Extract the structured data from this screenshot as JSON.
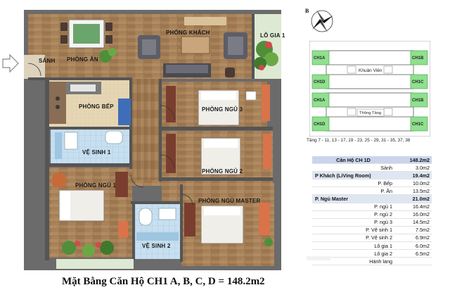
{
  "plan": {
    "rooms": {
      "phong_khach": "PHÒNG KHÁCH",
      "phong_an": "PHÒNG ĂN",
      "sanh": "SẢNH",
      "lo_gia_1": "LÔ GIA 1",
      "phong_bep": "PHÒNG BẾP",
      "phong_ngu_3": "PHÒNG NGỦ 3",
      "ve_sinh_1": "VỆ SINH 1",
      "phong_ngu_2": "PHÒNG NGỦ 2",
      "phong_ngu_1": "PHÒNG NGỦ 1",
      "phong_ngu_master": "PHÒNG NGỦ MASTER",
      "ve_sinh_2": "VỆ SINH 2"
    },
    "caption": "Mặt Bằng Căn Hộ CH1 A, B, C, D = 148.2m2"
  },
  "compass": {
    "label": "B"
  },
  "keyplan": {
    "units": [
      "CH1A",
      "CH1B",
      "CH1D",
      "CH1C",
      "CH1A",
      "CH1B",
      "CH1D",
      "CH1C"
    ],
    "khuan_vien": "Khuân Viên",
    "thong_tang": "Thông Tầng",
    "floors": "Tầng 7 - 11, 13 - 17, 19 - 23, 25 - 29, 31 - 35, 37, 38"
  },
  "area_table": {
    "header": {
      "label": "Căn Hộ CH 1D",
      "value": "148.2m2"
    },
    "rows": [
      {
        "label": "Sảnh",
        "value": "3.0m2",
        "type": "item"
      },
      {
        "label": "P Khách (LiVing Room)",
        "value": "19.4m2",
        "type": "section"
      },
      {
        "label": "P. Bếp",
        "value": "10.0m2",
        "type": "item"
      },
      {
        "label": "P. Ăn",
        "value": "13.5m2",
        "type": "item"
      },
      {
        "label": "P. Ngủ Master",
        "value": "21.0m2",
        "type": "section"
      },
      {
        "label": "P. ngủ 1",
        "value": "16.4m2",
        "type": "item"
      },
      {
        "label": "P. ngủ 2",
        "value": "16.0m2",
        "type": "item"
      },
      {
        "label": "P. ngủ 3",
        "value": "14.5m2",
        "type": "item"
      },
      {
        "label": "P. Vệ sinh 1",
        "value": "7.5m2",
        "type": "item"
      },
      {
        "label": "P. Vệ sinh 2",
        "value": "6.9m2",
        "type": "item"
      },
      {
        "label": "Lô gia 1",
        "value": "6.0m2",
        "type": "item"
      },
      {
        "label": "Lô gia 2",
        "value": "6.5m2",
        "type": "item"
      },
      {
        "label": "Hành lang",
        "value": "",
        "type": "item"
      }
    ]
  }
}
